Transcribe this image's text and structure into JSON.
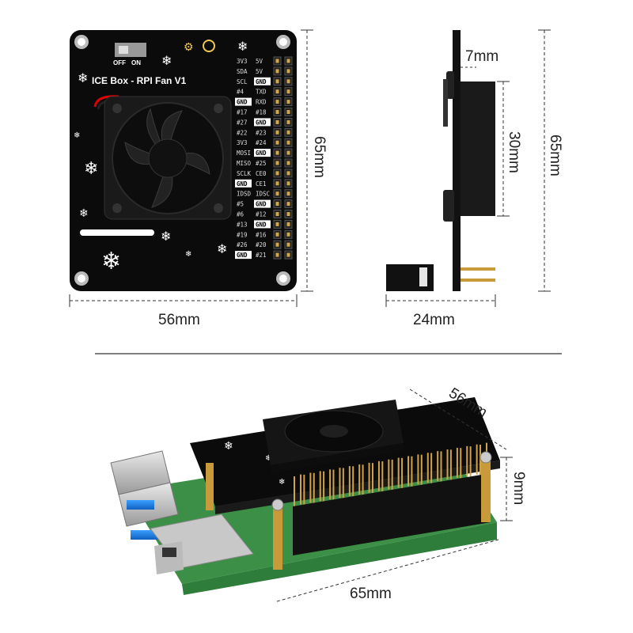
{
  "board": {
    "title": "ICE Box - RPI Fan V1",
    "switch_off": "OFF",
    "switch_on": "ON",
    "pins_left": [
      "3V3",
      "SDA",
      "SCL",
      "#4",
      "GND",
      "#17",
      "#27",
      "#22",
      "3V3",
      "MOSI",
      "MISO",
      "SCLK",
      "GND",
      "IDSD",
      "#5",
      "#6",
      "#13",
      "#19",
      "#26",
      "GND"
    ],
    "pins_right": [
      "5V",
      "5V",
      "GND",
      "TXD",
      "RXD",
      "#18",
      "GND",
      "#23",
      "#24",
      "GND",
      "#25",
      "CE0",
      "CE1",
      "IDSC",
      "GND",
      "#12",
      "GND",
      "#16",
      "#20",
      "#21"
    ]
  },
  "dimensions": {
    "top_width": "56mm",
    "top_height": "65mm",
    "side_fan_gap": "7mm",
    "side_fan_height": "30mm",
    "side_height": "65mm",
    "side_width": "24mm",
    "iso_width": "56mm",
    "iso_height": "9mm",
    "iso_length": "65mm"
  },
  "colors": {
    "pcb": "#0b0b0b",
    "raspberry_pi_pcb": "#2f7d3a",
    "header_gold": "#c99a3a",
    "dimension_line": "#333333"
  }
}
